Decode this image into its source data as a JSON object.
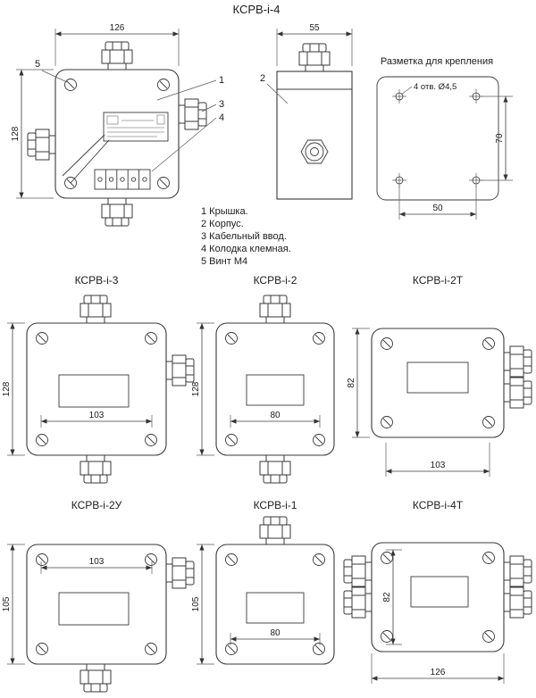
{
  "title": "КСРВ-i-4",
  "front_view": {
    "dim_width": "126",
    "dim_height": "128",
    "callout_lid": "1",
    "callout_gland": "3",
    "callout_terminal": "4",
    "callout_screw": "5"
  },
  "side_view": {
    "dim_width": "55",
    "callout_body": "2"
  },
  "mounting": {
    "title": "Разметка для крепления",
    "note": "4 отв. Ø4,5",
    "dim_vertical": "70",
    "dim_horizontal": "50"
  },
  "legend": {
    "items": [
      "1 Крышка.",
      "2 Корпус.",
      "3 Кабельный ввод.",
      "4 Колодка клемная.",
      "5 Винт М4"
    ]
  },
  "boxes": [
    {
      "title": "КСРВ-i-3",
      "dim_height": "128",
      "dim_width": "103"
    },
    {
      "title": "КСРВ-i-2",
      "dim_height": "128",
      "dim_width": "80"
    },
    {
      "title": "КСРВ-i-2Т",
      "dim_height": "82",
      "dim_width": "103"
    },
    {
      "title": "КСРВ-i-2У",
      "dim_height": "105",
      "dim_width": "103"
    },
    {
      "title": "КСРВ-i-1",
      "dim_height": "105",
      "dim_width": "80"
    },
    {
      "title": "КСРВ-i-4Т",
      "dim_height": "82",
      "dim_width": "126"
    }
  ]
}
